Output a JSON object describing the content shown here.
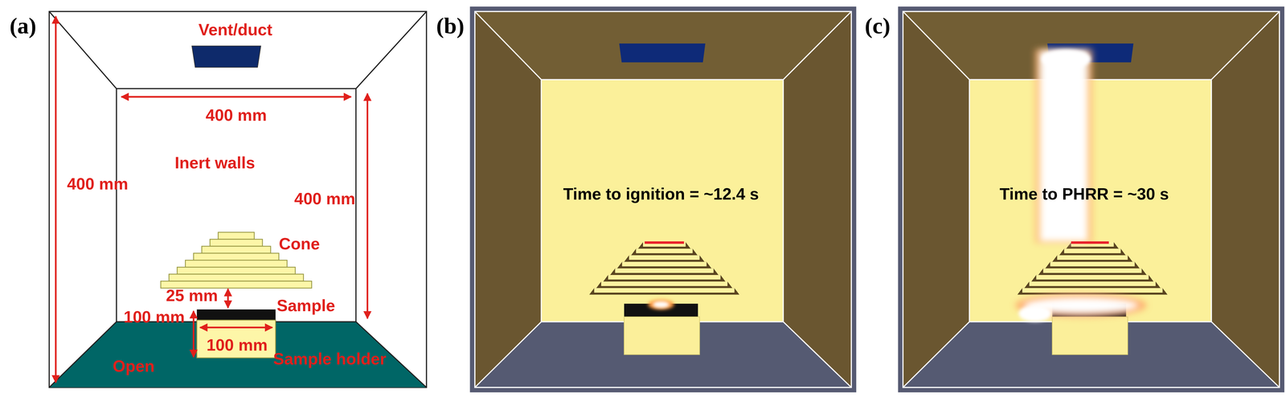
{
  "diagram": {
    "labels": [
      "(a)",
      "Vent/duct",
      "400 mm",
      "Inert walls",
      "400 mm",
      "400 mm",
      "Cone",
      "25 mm",
      "100 mm",
      "Sample",
      "100 mm",
      "Open",
      "Sample holder",
      "(b)",
      "Time to ignition = ~12.4 s",
      "(c)",
      "Time to PHRR = ~30 s"
    ]
  }
}
